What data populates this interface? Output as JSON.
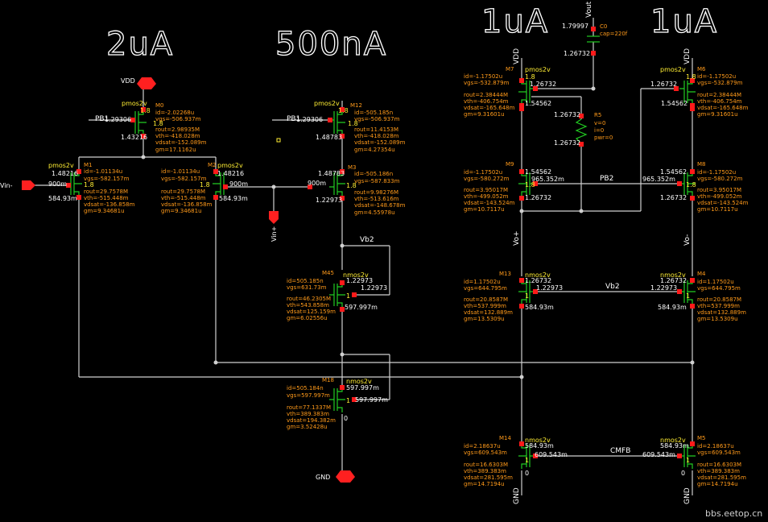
{
  "current_labels": {
    "tail": "2uA",
    "ref": "500nA",
    "left_branch": "1uA",
    "right_branch": "1uA"
  },
  "nets": {
    "pb1_a": "PB1",
    "pb1_b": "PB1",
    "pb2": "PB2",
    "vb2_a": "Vb2",
    "vb2_b": "Vb2",
    "cmfb": "CMFB",
    "vo_plus": "Vo+",
    "vo_minus": "Vo-",
    "vout": "Vout"
  },
  "pins": {
    "vdd": "VDD",
    "gnd": "GND",
    "vin_minus": "Vin-",
    "vin_plus": "Vin+"
  },
  "rails": {
    "vdd": "VDD",
    "gnd": "GND"
  },
  "node_voltages": {
    "pb1_a": "1.29306",
    "pb1_b": "1.29306",
    "m0_drain": "1.43216",
    "m12_drain": "1.48783",
    "m1_src": "1.48216",
    "m2_src": "1.48216",
    "m1_g": "900m",
    "m2_g": "900m",
    "m1_d": "584.93m",
    "m2_d": "584.93m",
    "m3_s": "1.48783",
    "m3_g": "900m",
    "m3_d": "1.22973",
    "m45_g": "1.22973",
    "m45_d": "1.22973",
    "m45_s": "597.997m",
    "m18_g": "597.997m",
    "m18_d": "597.997m",
    "m18_s": "0",
    "m7_top": "1.26732",
    "m7_mid": "1.54562",
    "m9_g": "1.54562",
    "m9_b": "965.352m",
    "m9_d": "1.26732",
    "m6_top": "1.26732",
    "m6_mid": "1.54562",
    "m8_g": "1.54562",
    "m8_b": "965.352m",
    "m8_d": "1.26732",
    "m13_g": "1.26732",
    "m13_s": "1.22973",
    "m13_d": "584.93m",
    "m4_g": "1.22973",
    "m4_d": "584.93m",
    "m4_top": "1.26732",
    "m14_top": "584.93m",
    "m14_g": "609.543m",
    "m14_s": "0",
    "m5_top": "584.93m",
    "m5_g": "609.543m",
    "m5_s": "0",
    "vout_top": "1.79997",
    "vout_bot": "1.26732",
    "r5_top": "1.26732",
    "r5_bot": "1.26732"
  },
  "cap": {
    "name": "C0",
    "value": "cap=220f"
  },
  "res": {
    "name": "R5",
    "v": "v=0",
    "i": "i=0",
    "pwr": "pwr=0"
  },
  "devices": {
    "m0": {
      "type": "pmos2v",
      "id": "id=-2.02268u",
      "vgs": "vgs=-506.937m",
      "rout": "rout=2.98935M",
      "vth": "vth=-418.028m",
      "vdsat": "vdsat=-152.089m",
      "gm": "gm=17.1162u",
      "name": "M0",
      "m": "1.8"
    },
    "m12": {
      "type": "pmos2v",
      "id": "id=-505.185n",
      "vgs": "vgs=-506.937m",
      "rout": "rout=11.4153M",
      "vth": "vth=-418.028m",
      "vdsat": "vdsat=-152.089m",
      "gm": "gm=4.27354u",
      "name": "M12",
      "m": "1.8"
    },
    "m1": {
      "type": "pmos2v",
      "id": "id=-1.01134u",
      "vgs": "vgs=-582.157m",
      "rout": "rout=29.7578M",
      "vth": "vth=-515.448m",
      "vdsat": "vdsat=-136.858m",
      "gm": "gm=9.34681u",
      "name": "M1",
      "m": "1.8"
    },
    "m2": {
      "type": "pmos2v",
      "id": "id=-1.01134u",
      "vgs": "vgs=-582.157m",
      "rout": "rout=29.7578M",
      "vth": "vth=-515.448m",
      "vdsat": "vdsat=-136.858m",
      "gm": "gm=9.34681u",
      "name": "M2",
      "m": "1.8"
    },
    "m3": {
      "type": "pmos2v",
      "id": "id=-505.186n",
      "vgs": "vgs=-587.833m",
      "rout": "rout=9.98276M",
      "vth": "vth=-513.616m",
      "vdsat": "vdsat=-148.678m",
      "gm": "gm=4.55978u",
      "name": "M3",
      "m": "1.8"
    },
    "m45": {
      "type": "nmos2v",
      "id": "id=505.185n",
      "vgs": "vgs=631.73m",
      "rout": "rout=46.2305M",
      "vth": "vth=543.858m",
      "vdsat": "vdsat=125.159m",
      "gm": "gm=6.02556u",
      "name": "M45",
      "m": "1"
    },
    "m18": {
      "type": "nmos2v",
      "id": "id=505.184n",
      "vgs": "vgs=597.997m",
      "rout": "rout=77.1337M",
      "vth": "vth=389.383m",
      "vdsat": "vdsat=194.382m",
      "gm": "gm=3.52428u",
      "name": "M18",
      "m": "1"
    },
    "m7": {
      "type": "pmos2v",
      "id": "id=-1.17502u",
      "vgs": "vgs=-532.879m",
      "rout": "rout=2.38444M",
      "vth": "vth=-406.754m",
      "vdsat": "vdsat=-165.648m",
      "gm": "gm=9.31601u",
      "name": "M7",
      "m": "1.8"
    },
    "m6": {
      "type": "pmos2v",
      "id": "id=-1.17502u",
      "vgs": "vgs=-532.879m",
      "rout": "rout=2.38444M",
      "vth": "vth=-406.754m",
      "vdsat": "vdsat=-165.648m",
      "gm": "gm=9.31601u",
      "name": "M6",
      "m": "1.8"
    },
    "m9": {
      "type": "pmos2v",
      "id": "id=-1.17502u",
      "vgs": "vgs=-580.272m",
      "rout": "rout=3.95017M",
      "vth": "vth=-499.052m",
      "vdsat": "vdsat=-143.524m",
      "gm": "gm=10.7117u",
      "name": "M9",
      "m": "1.8"
    },
    "m8": {
      "type": "pmos2v",
      "id": "id=-1.17502u",
      "vgs": "vgs=-580.272m",
      "rout": "rout=3.95017M",
      "vth": "vth=-499.052m",
      "vdsat": "vdsat=-143.524m",
      "gm": "gm=10.7117u",
      "name": "M8",
      "m": "1.8"
    },
    "m13": {
      "type": "nmos2v",
      "id": "id=1.17502u",
      "vgs": "vgs=644.795m",
      "rout": "rout=20.8587M",
      "vth": "vth=537.999m",
      "vdsat": "vdsat=132.889m",
      "gm": "gm=13.5309u",
      "name": "M13",
      "m": "1"
    },
    "m4": {
      "type": "nmos2v",
      "id": "id=1.17502u",
      "vgs": "vgs=644.795m",
      "rout": "rout=20.8587M",
      "vth": "vth=537.999m",
      "vdsat": "vdsat=132.889m",
      "gm": "gm=13.5309u",
      "name": "M4",
      "m": "1"
    },
    "m14": {
      "type": "nmos2v",
      "id": "id=2.18637u",
      "vgs": "vgs=609.543m",
      "rout": "rout=16.6303M",
      "vth": "vth=389.383m",
      "vdsat": "vdsat=281.595m",
      "gm": "gm=14.7194u",
      "name": "M14",
      "m": "1"
    },
    "m5": {
      "type": "nmos2v",
      "id": "id=2.18637u",
      "vgs": "vgs=609.543m",
      "rout": "rout=16.6303M",
      "vth": "vth=389.383m",
      "vdsat": "vdsat=281.595m",
      "gm": "gm=14.7194u",
      "name": "M5",
      "m": "1"
    }
  },
  "watermark": "bbs.eetop.cn",
  "colors": {
    "background": "#000000",
    "wire": "#d0d0d0",
    "device": "#22cc22",
    "pin": "#ff1a1a",
    "device_label": "#ffee33",
    "op_point": "#ff9a1a"
  }
}
